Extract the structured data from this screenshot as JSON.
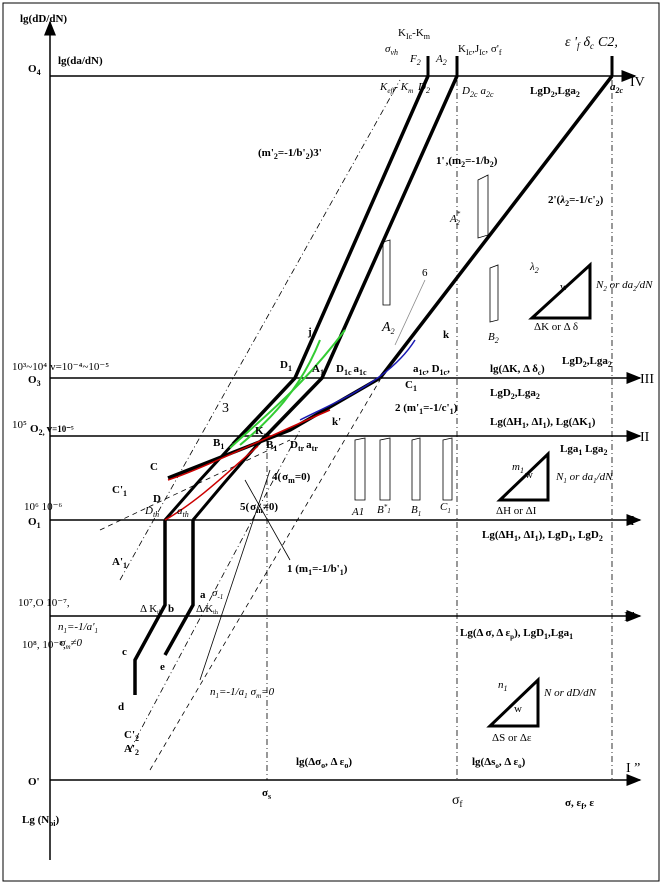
{
  "axes": {
    "y_outer_title": "lg(dD/dN)",
    "y_inner_title": "lg(da/dN)",
    "x_bottom_title": "Lg (N",
    "x_bottom_sub": "oi",
    "x_bottom_close": ")",
    "origin_top": "O",
    "origin_top_sub": "4",
    "origin_bottom": "O'",
    "x_end_labels": "σ,  ε",
    "x_end_f": "f",
    "x_end_eps": ",  ε"
  },
  "levels": {
    "IV": "IV",
    "III": "III",
    "II": "II",
    "I": "I",
    "I_prime": "I '",
    "I_dprime": "I ”",
    "O3": "O",
    "O3_sub": "3",
    "O3_left": "10³~10⁴",
    "O3_v": "v",
    "O3_v_tail": "=10⁻⁴~10⁻⁵",
    "O2": "O",
    "O2_sub": "2,",
    "O2_left": "10⁵",
    "O2_v": "v",
    "O2_v_tail": "=10⁻⁵",
    "O1": "O",
    "O1_sub": "1",
    "O1_left": "10⁶  10⁻⁶",
    "O_prime_left": "10⁷,O  10⁻⁷,",
    "O_8_left": "10⁸,  10⁻⁸,"
  },
  "top_labels": {
    "kic_km": "K",
    "kic_km_tail": "-K",
    "sigma_vh": "σ",
    "sigma_vh_sub": "vh",
    "f2": "F",
    "a2": "A",
    "kic_jic": "K",
    "kic_jic_tail": ",J",
    "kic_jic_sig": ",  σ'",
    "eps_f": "ε '",
    "eps_f_sub": "f",
    "delta_c": "δ",
    "delta_c_sub": "c",
    "c2": "C2,",
    "keff": "K",
    "keff_tail": "- K",
    "d2": "D",
    "d2c": "D",
    "d2c_tail": "a",
    "lgD2": "LgD",
    "lgD2_tail": ",Lga",
    "a2c": "a"
  },
  "curves": {
    "c3p": "(m'",
    "c3p_tail": "=-1/b'",
    "c3p_end": ")3'",
    "c1p": "1'",
    "c1p_tail": ",(m",
    "c1p_end": "=-1/b",
    "c2p": "2'(",
    "c2p_mid": "λ",
    "c2p_end": "=-1/c'",
    "c2": "2 (m'",
    "c2_tail": "=-1/c'",
    "c1": "1 (m",
    "c1_tail": "=-1/b'",
    "c4": "4(",
    "c4_sig": "σ",
    "c4_tail": "=0)",
    "c5": "5(",
    "c5_sig": "σ",
    "c5_tail": "≠0)",
    "n1_top": "n",
    "n1_top_tail": "=-1/a'",
    "sigma_m_ne": "σ",
    "sigma_m_ne_tail": "≠0",
    "n1_bot": "n",
    "n1_bot_tail": "=-1/a",
    "n1_bot_sig": "σ",
    "n1_bot_end": "=0"
  },
  "points": {
    "j": "j",
    "k": "k",
    "k_prime": "k'",
    "D1": "D",
    "A1": "A",
    "D1c": "D",
    "D1c_tail": "a",
    "a1c": "a",
    "a1c_tail": ", D",
    "C1": "C",
    "B1": "B",
    "Ks": "K",
    "B1b": "B",
    "Dtr": "D",
    "Dtr_tail": "a",
    "C": "C",
    "C_1p": "C'",
    "D": "D",
    "Dth": "D",
    "ath": "a",
    "A_1p": "A'",
    "a": "a",
    "sigma_minus1": "σ",
    "dKth_left": "Δ K",
    "b": "b",
    "dKth_right": "Δ K",
    "c_small": "c",
    "e": "e",
    "d": "d",
    "C_2p": "C'",
    "A_2p": "A'",
    "three": "3",
    "six": "6",
    "A2_mid": "A",
    "A2_star": "A",
    "B2": "B",
    "A1_bar": "A1",
    "B_star_1": "B",
    "B1_bar": "B",
    "C1_bar": "C"
  },
  "right_labels": {
    "lg_dk_delta": "lg(ΔK, Δ δ",
    "lgD2_a2": "LgD",
    "lgD2_a2_tail": ",Lga",
    "lgD2_a2_b": "LgD",
    "lgD2_a2_b_tail": ",Lga",
    "lg_dh": "Lg(ΔH",
    "lg_dh_tail": ", ΔI",
    "lg_dh_end": "), Lg(ΔK",
    "lga1_lga2": "Lga",
    "lga1_lga2_tail": " Lga",
    "lg_dh_i": "Lg(ΔH",
    "lg_dh_i_tail": ", ΔI",
    "lg_dh_i_end": "), LgD",
    "lg_ds": "Lg(Δ σ, Δ ε",
    "lg_ds_tail": "), LgD",
    "lg_ds_end": ",Lga",
    "lg_dso": "lg(Δσ",
    "lg_dso_tail": ", Δ ε",
    "lg_dso_end": ")",
    "lg_dso2": "lg(Δs",
    "lg_dso2_tail": ", Δ ε",
    "lg_dso2_end": ")"
  },
  "triangles": {
    "t1_lambda": "λ",
    "t1_w": "w",
    "t1_right": "N",
    "t1_right_tail": " or da",
    "t1_right_end": "/dN",
    "t1_bottom": "ΔK or Δ δ",
    "t2_m": "m",
    "t2_w": "w",
    "t2_right": "N",
    "t2_right_tail": " or da",
    "t2_right_end": "/dN",
    "t2_bottom": "ΔH or ΔI",
    "t3_n": "n",
    "t3_w": "w",
    "t3_right": "N or dD/dN",
    "t3_bottom": "ΔS or Δε"
  },
  "bottom_axis": {
    "sigma_s": "σ",
    "sigma_s_sub": "s",
    "sigma_f": "σ",
    "sigma_f_sub": "f"
  },
  "colors": {
    "ink": "#000000",
    "green": "#33cc33",
    "blue": "#1a1ab3",
    "red": "#cc0000",
    "grey": "#888888"
  }
}
